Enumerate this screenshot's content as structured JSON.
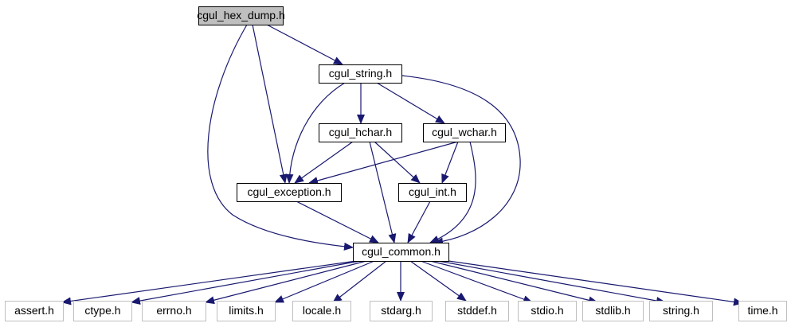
{
  "colors": {
    "edge": "#191970",
    "root_fill": "#bfbfbf",
    "node_border": "#000000",
    "system_border": "#bfbfbf",
    "background": "#ffffff"
  },
  "nodes": [
    {
      "id": "cgul_hex_dump",
      "label": "cgul_hex_dump.h",
      "kind": "root"
    },
    {
      "id": "cgul_string",
      "label": "cgul_string.h",
      "kind": "local"
    },
    {
      "id": "cgul_hchar",
      "label": "cgul_hchar.h",
      "kind": "local"
    },
    {
      "id": "cgul_wchar",
      "label": "cgul_wchar.h",
      "kind": "local"
    },
    {
      "id": "cgul_exception",
      "label": "cgul_exception.h",
      "kind": "local"
    },
    {
      "id": "cgul_int",
      "label": "cgul_int.h",
      "kind": "local"
    },
    {
      "id": "cgul_common",
      "label": "cgul_common.h",
      "kind": "local"
    },
    {
      "id": "assert",
      "label": "assert.h",
      "kind": "system"
    },
    {
      "id": "ctype",
      "label": "ctype.h",
      "kind": "system"
    },
    {
      "id": "errno",
      "label": "errno.h",
      "kind": "system"
    },
    {
      "id": "limits",
      "label": "limits.h",
      "kind": "system"
    },
    {
      "id": "locale",
      "label": "locale.h",
      "kind": "system"
    },
    {
      "id": "stdarg",
      "label": "stdarg.h",
      "kind": "system"
    },
    {
      "id": "stddef",
      "label": "stddef.h",
      "kind": "system"
    },
    {
      "id": "stdio",
      "label": "stdio.h",
      "kind": "system"
    },
    {
      "id": "stdlib",
      "label": "stdlib.h",
      "kind": "system"
    },
    {
      "id": "string",
      "label": "string.h",
      "kind": "system"
    },
    {
      "id": "time",
      "label": "time.h",
      "kind": "system"
    }
  ],
  "edges": [
    {
      "from": "cgul_hex_dump",
      "to": "cgul_string"
    },
    {
      "from": "cgul_hex_dump",
      "to": "cgul_exception"
    },
    {
      "from": "cgul_hex_dump",
      "to": "cgul_common"
    },
    {
      "from": "cgul_string",
      "to": "cgul_hchar"
    },
    {
      "from": "cgul_string",
      "to": "cgul_wchar"
    },
    {
      "from": "cgul_string",
      "to": "cgul_exception"
    },
    {
      "from": "cgul_string",
      "to": "cgul_common"
    },
    {
      "from": "cgul_hchar",
      "to": "cgul_exception"
    },
    {
      "from": "cgul_hchar",
      "to": "cgul_int"
    },
    {
      "from": "cgul_hchar",
      "to": "cgul_common"
    },
    {
      "from": "cgul_wchar",
      "to": "cgul_exception"
    },
    {
      "from": "cgul_wchar",
      "to": "cgul_int"
    },
    {
      "from": "cgul_wchar",
      "to": "cgul_common"
    },
    {
      "from": "cgul_exception",
      "to": "cgul_common"
    },
    {
      "from": "cgul_int",
      "to": "cgul_common"
    },
    {
      "from": "cgul_common",
      "to": "assert"
    },
    {
      "from": "cgul_common",
      "to": "ctype"
    },
    {
      "from": "cgul_common",
      "to": "errno"
    },
    {
      "from": "cgul_common",
      "to": "limits"
    },
    {
      "from": "cgul_common",
      "to": "locale"
    },
    {
      "from": "cgul_common",
      "to": "stdarg"
    },
    {
      "from": "cgul_common",
      "to": "stddef"
    },
    {
      "from": "cgul_common",
      "to": "stdio"
    },
    {
      "from": "cgul_common",
      "to": "stdlib"
    },
    {
      "from": "cgul_common",
      "to": "string"
    },
    {
      "from": "cgul_common",
      "to": "time"
    }
  ]
}
